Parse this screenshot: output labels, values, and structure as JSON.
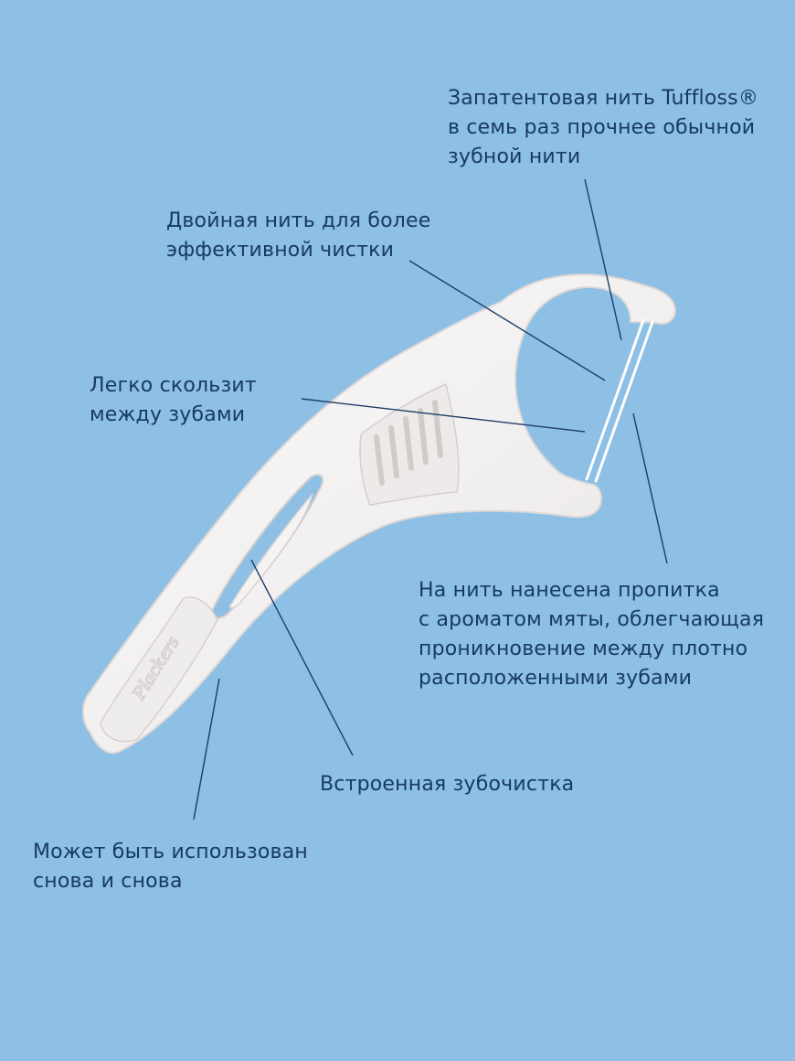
{
  "colors": {
    "background": "#8ebfe4",
    "text": "#173a63",
    "leader_line": "#1d3d66",
    "handle": "#f4f2f1",
    "handle_shadow": "#d9d6d5",
    "floss": "#ffffff"
  },
  "product": {
    "brand_emboss": "Plackers"
  },
  "callouts": {
    "tuffloss": {
      "lines": [
        "Запатентовая нить Tuffloss®",
        "в семь раз прочнее обычной",
        "зубной нити"
      ]
    },
    "double_floss": {
      "lines": [
        "Двойная нить для более",
        "эффективной чистки"
      ]
    },
    "glides": {
      "lines": [
        "Легко скользит",
        "между зубами"
      ]
    },
    "mint": {
      "lines": [
        "На нить нанесена пропитка",
        "с ароматом мяты, облегчающая",
        "проникновение между плотно",
        "расположенными зубами"
      ]
    },
    "toothpick": {
      "lines": [
        "Встроенная зубочистка"
      ]
    },
    "reusable": {
      "lines": [
        "Может быть использован",
        "снова и снова"
      ]
    }
  }
}
